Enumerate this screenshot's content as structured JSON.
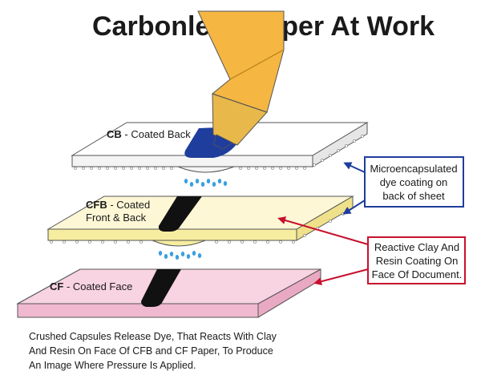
{
  "title": "Carbonless Paper At Work",
  "sheets": {
    "cb": {
      "code": "CB",
      "desc": " - Coated Back"
    },
    "cfb": {
      "code": "CFB",
      "desc_line1": " - Coated",
      "desc_line2": "Front & Back"
    },
    "cf": {
      "code": "CF",
      "desc": " - Coated Face"
    }
  },
  "callouts": {
    "microencapsulated": [
      "Microencapsulated",
      "dye coating on",
      "back of sheet"
    ],
    "reactive": [
      "Reactive Clay And",
      "Resin Coating On",
      "Face Of Document."
    ]
  },
  "caption": [
    "Crushed Capsules Release Dye, That Reacts With Clay",
    "And Resin On Face Of CFB and CF Paper, To Produce",
    "An Image Where Pressure Is Applied."
  ],
  "colors": {
    "cb_sheet": "#ffffff",
    "cfb_sheet": "#fdf7d6",
    "cfb_coating": "#f7eda0",
    "cf_sheet": "#f8d3e2",
    "cf_side": "#f0b9cf",
    "pen_body": "#f5b642",
    "pen_tip": "#e8b84a",
    "blue_ink": "#1f3d9c",
    "black_ink": "#111111",
    "blue_callout": "#1f3d9c",
    "red_callout": "#c8102e",
    "droplets": "#3aa0e0"
  },
  "icons": [
    "pen-icon",
    "ink-mark",
    "capsule-beads",
    "dye-droplets",
    "arrow"
  ]
}
